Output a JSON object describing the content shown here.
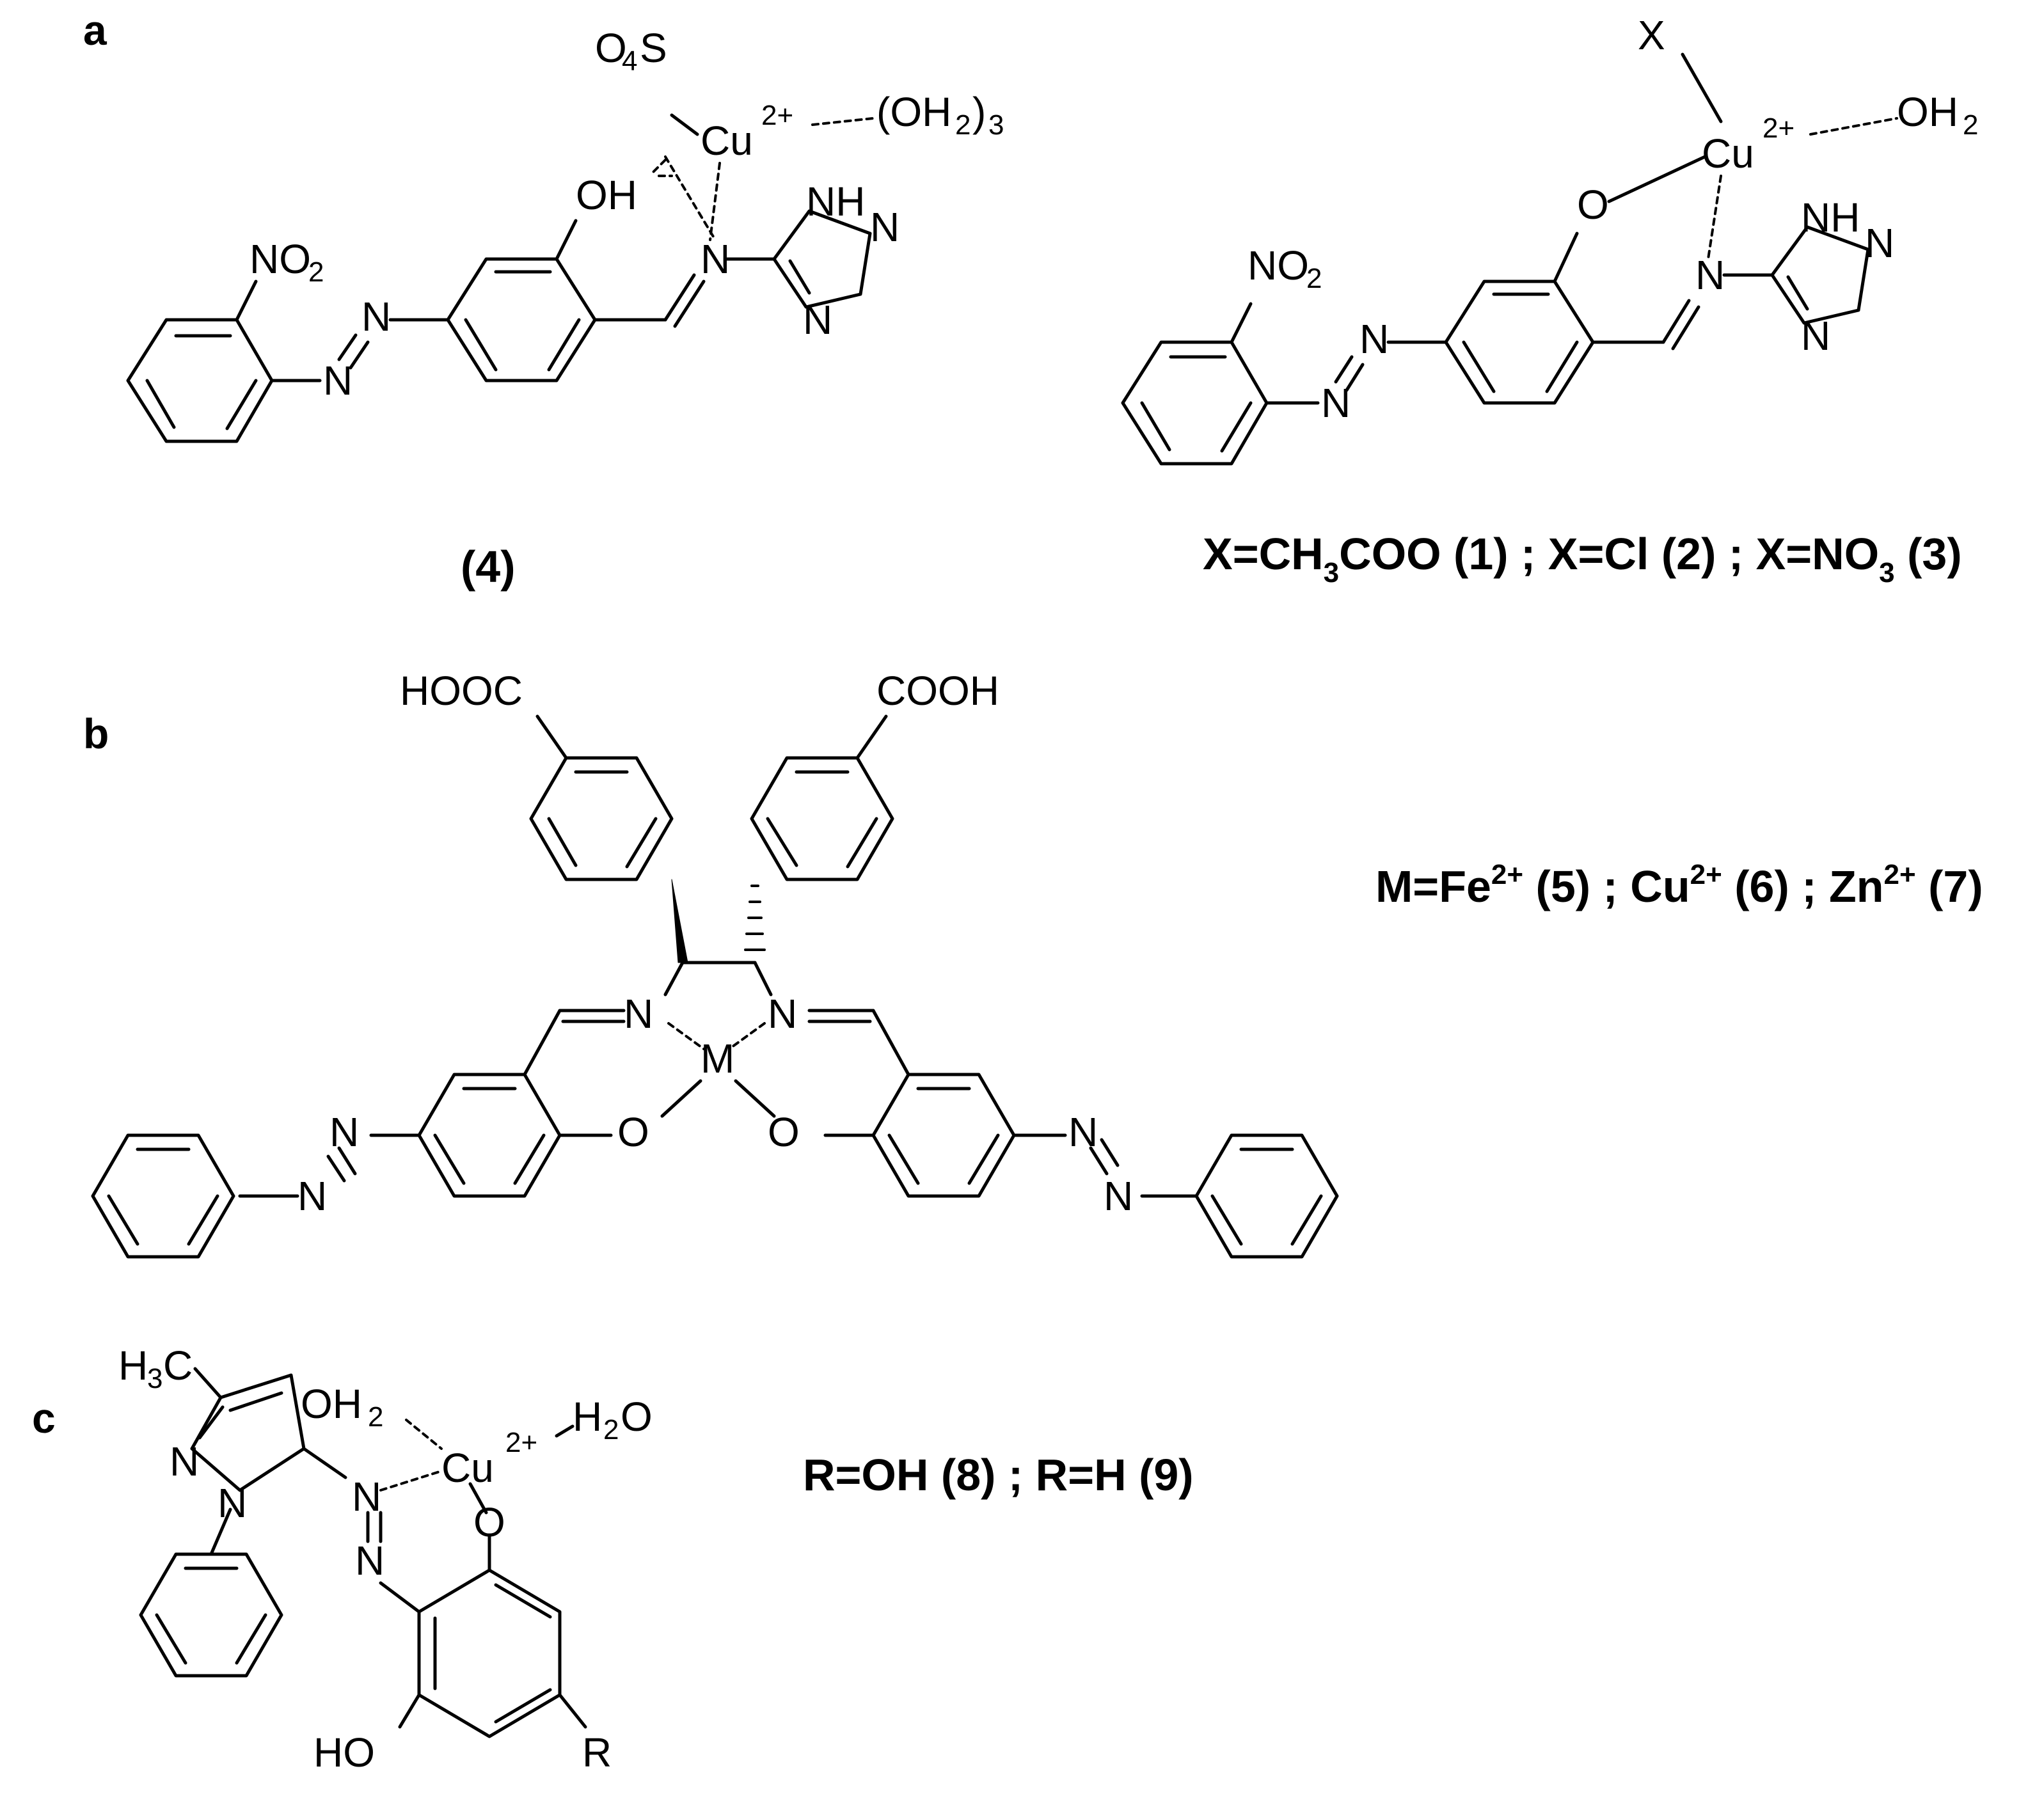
{
  "panels": [
    {
      "id": "a",
      "label": "a"
    },
    {
      "id": "b",
      "label": "b"
    },
    {
      "id": "c",
      "label": "c"
    }
  ],
  "panel_a": {
    "left": {
      "caption": "(4)",
      "atoms": {
        "O4S_O": "O",
        "O4S_4": "4",
        "O4S_S": "S",
        "Cu": "Cu",
        "charge": "2+",
        "OH2_3_open": "(OH",
        "OH2_3_2": "2",
        "OH2_3_close": ")",
        "OH2_3_3": "3",
        "OH": "OH",
        "NO2_N": "NO",
        "NO2_2": "2",
        "imine_N": "N",
        "triazole_NH": "NH",
        "triazole_N1": "N",
        "triazole_N2": "N",
        "azo_N1": "N",
        "azo_N2": "N"
      }
    },
    "right": {
      "caption_parts": {
        "x_eq": "X=CH",
        "sub3": "3",
        "coo": "COO (1) ; X=Cl (2) ; X=NO",
        "sub3b": "3",
        "end": " (3)"
      },
      "atoms": {
        "X": "X",
        "Cu": "Cu",
        "charge": "2+",
        "OH_O": "OH",
        "OH_2": "2",
        "O": "O",
        "NO2_N": "NO",
        "NO2_2": "2",
        "imine_N": "N",
        "triazole_NH": "NH",
        "triazole_N1": "N",
        "triazole_N2": "N",
        "azo_N1": "N",
        "azo_N2": "N"
      }
    }
  },
  "panel_b": {
    "caption_parts": {
      "m": "M=Fe",
      "s1": "2+",
      "c1": " (5) ; Cu",
      "s2": "2+",
      "c2": " (6) ; Zn",
      "s3": "2+",
      "c3": " (7)"
    },
    "atoms": {
      "HOOC": "HOOC",
      "COOH": "COOH",
      "N_left": "N",
      "N_right": "N",
      "M": "M",
      "O_left": "O",
      "O_right": "O",
      "azoL_N1": "N",
      "azoL_N2": "N",
      "azoR_N1": "N",
      "azoR_N2": "N"
    }
  },
  "panel_c": {
    "caption": "R=OH (8) ; R=H (9)",
    "atoms": {
      "H3C_H": "H",
      "H3C_3": "3",
      "H3C_C": "C",
      "OH2_O": "OH",
      "OH2_2": "2",
      "Cu": "Cu",
      "charge": "2+",
      "H2O_H": "H",
      "H2O_2": "2",
      "H2O_O": "O",
      "pyr_N": "N",
      "pyr_N1": "N",
      "azo_N1": "N",
      "azo_N2": "N",
      "O": "O",
      "HO": "HO",
      "R": "R"
    }
  }
}
